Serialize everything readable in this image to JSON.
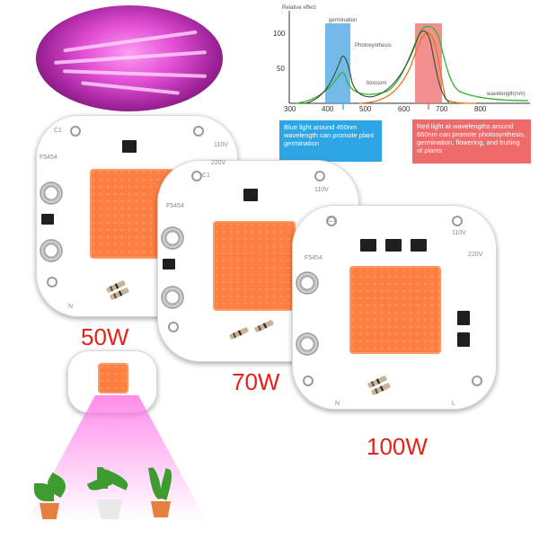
{
  "chart": {
    "y_axis_label": "Relative effect",
    "y_ticks": [
      "100",
      "50"
    ],
    "x_axis_label": "wavelength(nm)",
    "x_ticks": [
      "300",
      "400",
      "500",
      "600",
      "700",
      "800"
    ],
    "labels": {
      "germination": "germination",
      "photosynthesis": "Photosynthesis",
      "blossom": "blossom"
    },
    "colors": {
      "blue_band": "#5aaee8",
      "red_band": "#f07b7b",
      "green_curve": "#2fb52f",
      "orange_curve": "#e2761f",
      "dark_curve": "#2b4f2b"
    }
  },
  "callouts": {
    "blue": "Blue light around 450nm wavelength can promote plant germination",
    "red": "Red light at wavelengths around 660nm can promote photosynthesis, germination, flowering, and fruiting of plants"
  },
  "boards": [
    {
      "watt": "50W",
      "silk_model": "F5454",
      "silk_volt": "110V",
      "silk_c1": "C1",
      "silk_n": "N"
    },
    {
      "watt": "70W",
      "silk_model": "F5454",
      "silk_volt": "110V",
      "silk_c1": "C1",
      "silk_v": "220V"
    },
    {
      "watt": "100W",
      "silk_model": "F5454",
      "silk_volt": "110V",
      "silk_c1": "C1",
      "silk_v": "220V",
      "silk_n": "N",
      "silk_l": "L"
    }
  ],
  "colors": {
    "watt_text": "#e8201c",
    "chip": "#ff7f43",
    "grow_light": "#e24fd5"
  }
}
